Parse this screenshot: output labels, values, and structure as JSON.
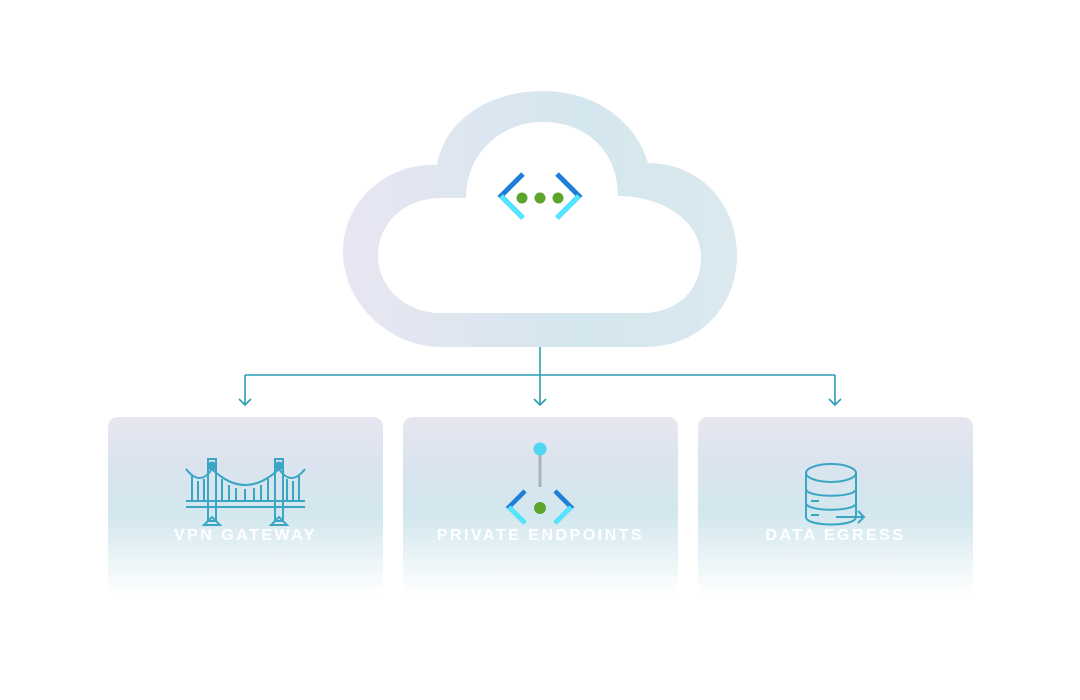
{
  "diagram": {
    "hub": {
      "icon": "virtual-network-icon"
    },
    "nodes": [
      {
        "title": "VPN GATEWAY",
        "subtitle": "(Hourly $)",
        "icon": "bridge-icon"
      },
      {
        "title": "PRIVATE ENDPOINTS",
        "subtitle": "(Per endpoint $)",
        "icon": "private-endpoint-icon"
      },
      {
        "title": "DATA EGRESS",
        "subtitle": "(Per GB out $)",
        "icon": "database-export-icon"
      }
    ],
    "colors": {
      "connector": "#2a9db6",
      "icon_stroke": "#3aa6c4",
      "azure_blue": "#1f7fd6",
      "azure_cyan": "#50e6ff",
      "node_green": "#5ea52b"
    }
  }
}
